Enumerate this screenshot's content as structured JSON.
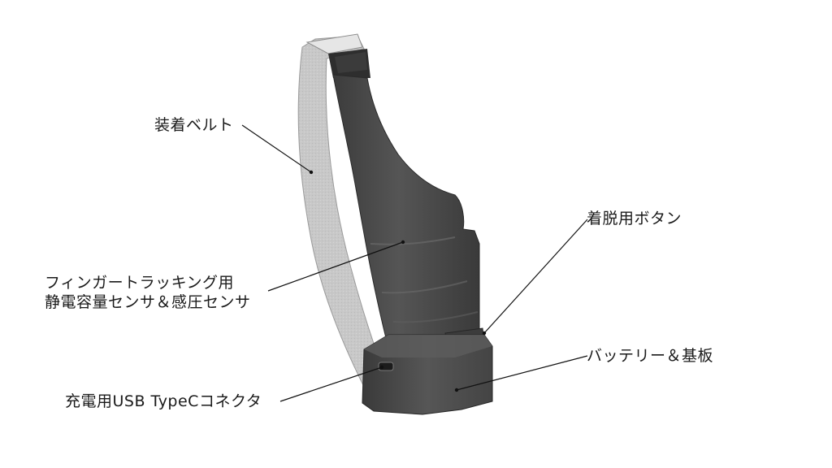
{
  "callouts": {
    "belt": "装着ベルト",
    "sensor_line1": "フィンガートラッキング用",
    "sensor_line2": "静電容量センサ＆感圧センサ",
    "usb": "充電用USB TypeCコネクタ",
    "release_button": "着脱用ボタン",
    "battery": "バッテリー＆基板"
  },
  "colors": {
    "belt": "#c9c9c9",
    "body": "#4a4a4a",
    "leader": "#111111"
  }
}
